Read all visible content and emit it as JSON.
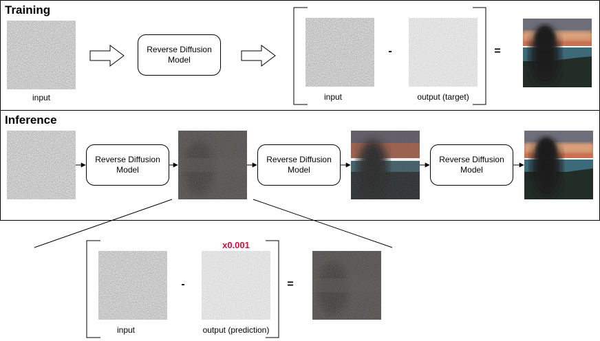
{
  "training": {
    "title": "Training",
    "input_caption": "input",
    "model_label_1": "Reverse Diffusion",
    "model_label_2": "Model",
    "bracket_input_caption": "input",
    "bracket_output_caption": "output (target)",
    "minus": "-",
    "equals": "="
  },
  "inference": {
    "title": "Inference",
    "model_label_1": "Reverse Diffusion",
    "model_label_2": "Model"
  },
  "detail": {
    "scale_label": "x0.001",
    "input_caption": "input",
    "output_caption": "output (prediction)",
    "minus": "-",
    "equals": "="
  },
  "colors": {
    "noise_dark": "#4a4a4a",
    "noise_light": "#8a8a8a",
    "sky_orange": "#c9704a",
    "sea": "#3d6a78",
    "scale_red": "#d0103a"
  }
}
